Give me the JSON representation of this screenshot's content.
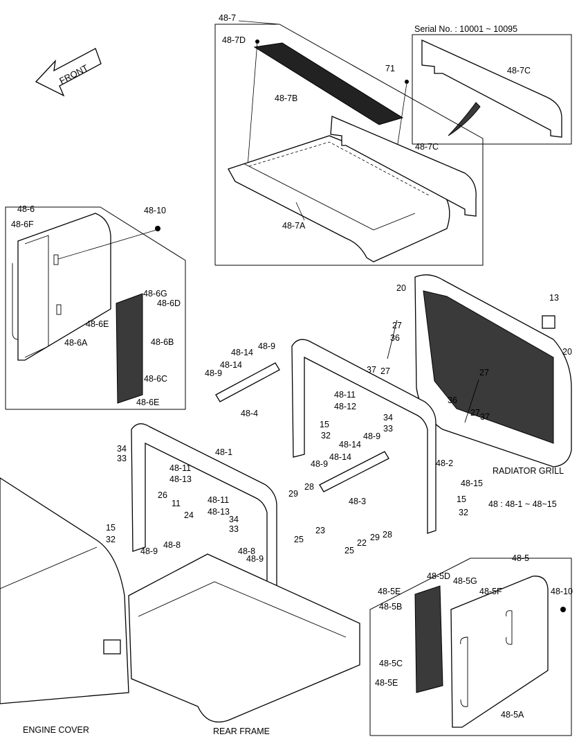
{
  "serial": "Serial No. : 10001 ~ 10095",
  "front": "FRONT",
  "notes": {
    "radiator_grill": "RADIATOR GRILL",
    "engine_cover": "ENGINE COVER",
    "rear_frame": "REAR FRAME",
    "range": "48 : 48-1 ~ 48~15"
  },
  "labels": {
    "l48_7": "48-7",
    "l48_7D": "48-7D",
    "l48_7B": "48-7B",
    "l71": "71",
    "l48_7C_top": "48-7C",
    "l48_7C": "48-7C",
    "l48_7A": "48-7A",
    "l48_6": "48-6",
    "l48_6F": "48-6F",
    "l48_10_top": "48-10",
    "l48_6G": "48-6G",
    "l48_6D": "48-6D",
    "l48_6E_a": "48-6E",
    "l48_6A": "48-6A",
    "l48_6B": "48-6B",
    "l48_6C": "48-6C",
    "l48_6E_b": "48-6E",
    "l20_a": "20",
    "l13": "13",
    "l20_b": "20",
    "l27_a": "27",
    "l36_a": "36",
    "l37_a": "37",
    "l27_b": "27",
    "l27_c": "27",
    "l36_b": "36",
    "l27_d": "27",
    "l37_b": "37",
    "l48_9_a": "48-9",
    "l48_14_a": "48-14",
    "l48_14_b": "48-14",
    "l48_9_b": "48-9",
    "l48_4": "48-4",
    "l48_11_a": "48-11",
    "l48_12": "48-12",
    "l15_a": "15",
    "l32_a": "32",
    "l34_a": "34",
    "l33_a": "33",
    "l48_9_c": "48-9",
    "l48_14_c": "48-14",
    "l48_2": "48-2",
    "l34_b": "34",
    "l33_b": "33",
    "l48_1": "48-1",
    "l48_11_b": "48-11",
    "l48_13_a": "48-13",
    "l48_9_d": "48-9",
    "l48_14_d": "48-14",
    "l48_15": "48-15",
    "l15_b": "15",
    "l32_b": "32",
    "l48_3": "48-3",
    "l26_a": "26",
    "l11_a": "11",
    "l24_a": "24",
    "l48_11_c": "48-11",
    "l48_13_b": "48-13",
    "l34_c": "34",
    "l33_c": "33",
    "l28_a": "28",
    "l29_a": "29",
    "l25_a": "25",
    "l23": "23",
    "l15_c": "15",
    "l32_c": "32",
    "l48_9_e": "48-9",
    "l48_8_a": "48-8",
    "l48_8_b": "48-8",
    "l48_9_f": "48-9",
    "l22": "22",
    "l29_b": "29",
    "l28_b": "28",
    "l25_b": "25",
    "l24_b": "24",
    "l11_b": "11",
    "l26_b": "26",
    "l15_d": "15",
    "l32_d": "32",
    "l48_5": "48-5",
    "l48_5D": "48-5D",
    "l48_5G": "48-5G",
    "l48_5E_a": "48-5E",
    "l48_5F": "48-5F",
    "l48_10_b": "48-10",
    "l48_5B": "48-5B",
    "l48_5C": "48-5C",
    "l48_5E_b": "48-5E",
    "l48_5A": "48-5A"
  }
}
